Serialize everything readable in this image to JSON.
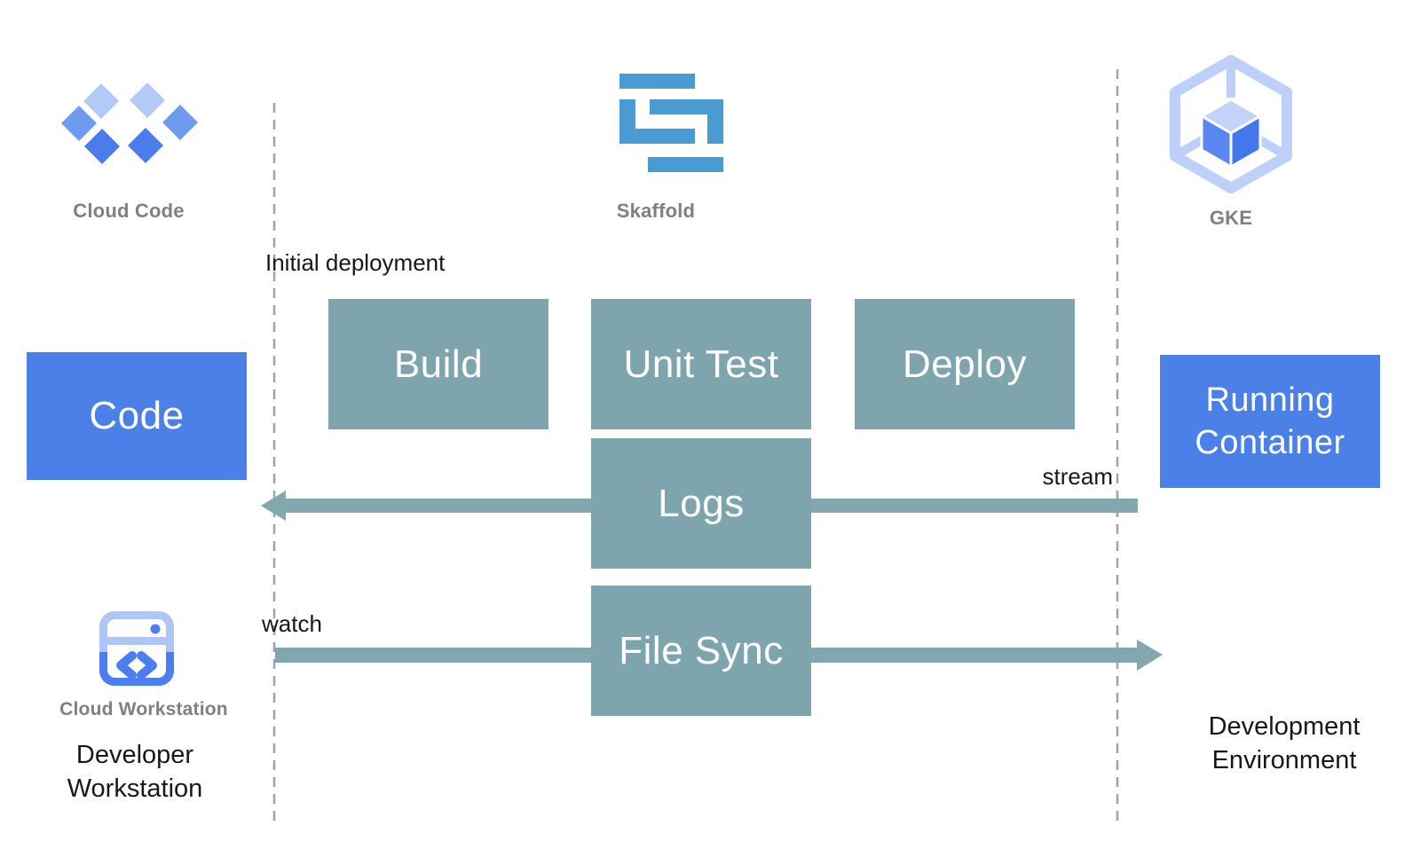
{
  "logos": {
    "cloud_code": {
      "label": "Cloud Code"
    },
    "skaffold": {
      "label": "Skaffold"
    },
    "gke": {
      "label": "GKE"
    },
    "cloud_workstation": {
      "label": "Cloud Workstation"
    }
  },
  "nodes": {
    "code": {
      "label": "Code"
    },
    "build": {
      "label": "Build"
    },
    "unit_test": {
      "label": "Unit Test"
    },
    "deploy": {
      "label": "Deploy"
    },
    "logs": {
      "label": "Logs"
    },
    "file_sync": {
      "label": "File Sync"
    },
    "running_container": {
      "label": "Running Container"
    }
  },
  "annotations": {
    "initial_deployment": "Initial deployment",
    "stream": "stream",
    "watch": "watch"
  },
  "footers": {
    "developer_workstation": "Developer Workstation",
    "development_environment": "Development Environment"
  },
  "colors": {
    "blue_box": "#4b80e8",
    "teal_box": "#7ea4ae",
    "arrow_teal": "#82a7af",
    "skaffold_blue": "#4a9bd1",
    "logo_light_blue": "#b3c9f6",
    "logo_medium_blue": "#6e9af0",
    "logo_dark_blue": "#4a7deb",
    "gke_outline_blue": "#bdd0f9",
    "gke_face_left": "#5b87f2",
    "gke_face_right": "#4377ee",
    "workstation_blue": "#4c7ef0",
    "label_gray": "#7d8084",
    "text_black": "#17181a",
    "dash_gray": "#9ea3a8"
  }
}
